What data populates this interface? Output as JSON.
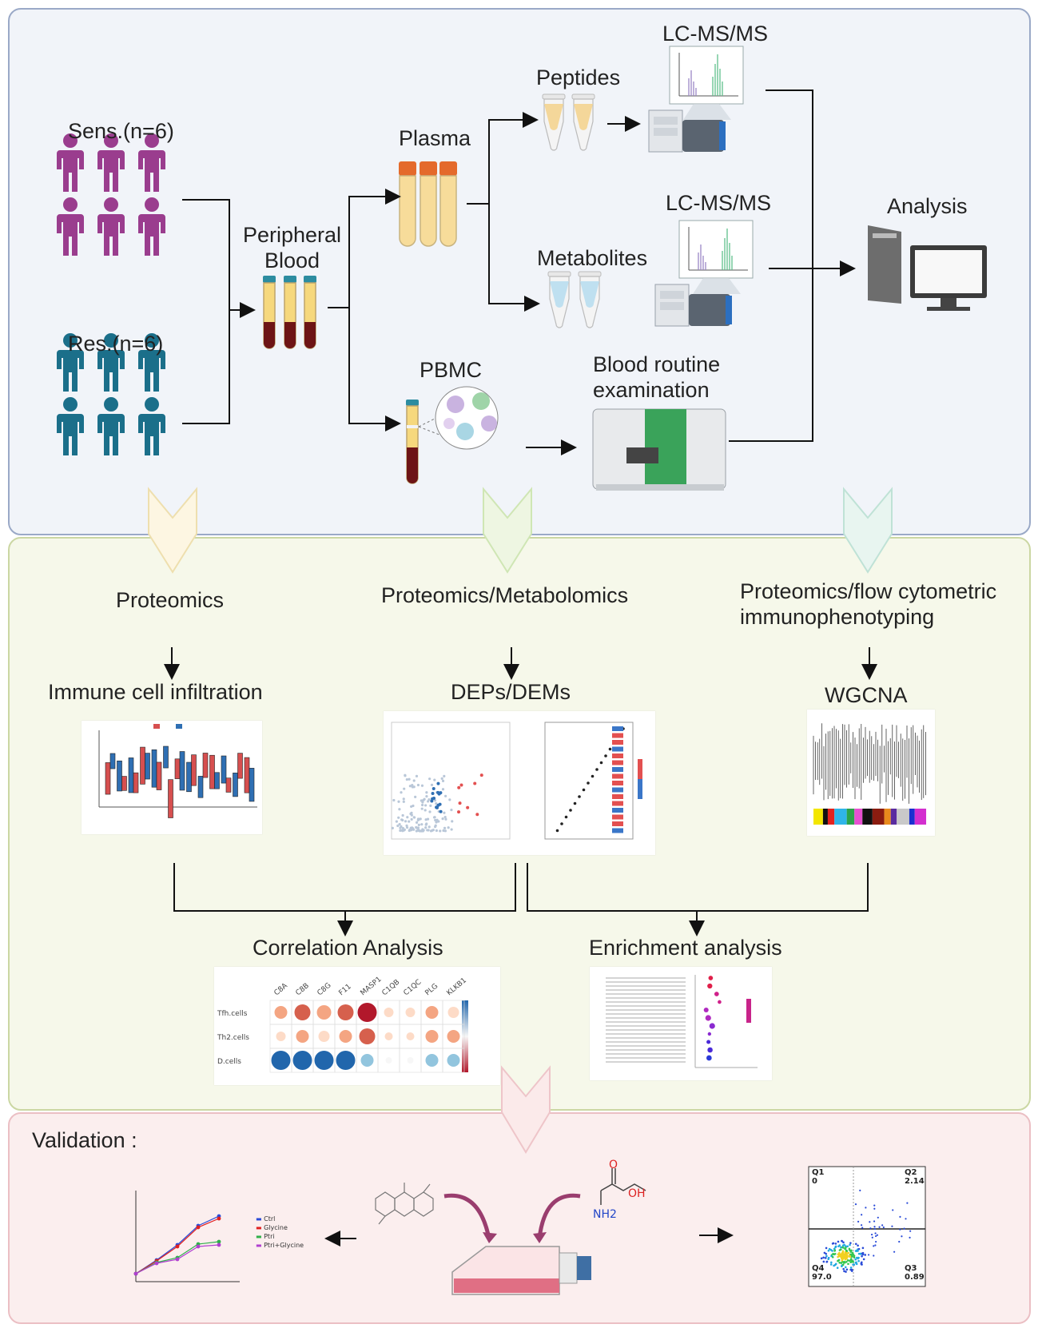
{
  "groups": {
    "sens": "Sens.(n=6)",
    "res": "Res.(n=6)"
  },
  "sample": {
    "peripheral_blood": "Peripheral\nBlood",
    "plasma": "Plasma",
    "pbmc": "PBMC"
  },
  "processing": {
    "peptides": "Peptides",
    "metabolites": "Metabolites",
    "lcms_top": "LC-MS/MS",
    "lcms_mid": "LC-MS/MS",
    "blood_routine": "Blood routine\nexamination",
    "analysis": "Analysis"
  },
  "methods": {
    "proteomics": "Proteomics",
    "prot_metab": "Proteomics/Metabolomics",
    "prot_flow": "Proteomics/flow cytometric\nimmunophenotyping"
  },
  "results": {
    "immune": "Immune cell infiltration",
    "deps": "DEPs/DEMs",
    "wgcna": "WGCNA",
    "correlation": "Correlation Analysis",
    "enrichment": "Enrichment analysis"
  },
  "validation": {
    "title": "Validation :"
  },
  "correlation_matrix": {
    "columns": [
      "C8A",
      "C8B",
      "C8G",
      "F11",
      "MASP1",
      "C1QB",
      "C1QC",
      "PLG",
      "KLKB1"
    ],
    "rows": [
      "Tfh.cells",
      "Th2.cells",
      "D.cells"
    ]
  },
  "flow_plot": {
    "q1": "Q1",
    "q1_value": "0",
    "q2": "Q2",
    "q2_value": "2.14",
    "q3": "Q3",
    "q3_value": "0.89",
    "q4": "Q4",
    "q4_value": "97.0"
  },
  "growth_legend": [
    "Ctrl",
    "Glycine",
    "Ptri",
    "Ptri+Glycine"
  ],
  "glycine": {
    "o_atom": "O",
    "oh_group": "OH",
    "nh2_group": "NH2"
  },
  "colors": {
    "sens_purple": "#9a3d8e",
    "res_teal": "#1b6f8a",
    "panel_blue": "#f1f4f9",
    "panel_green": "#f6f8ea",
    "panel_pink": "#fbeeee"
  }
}
